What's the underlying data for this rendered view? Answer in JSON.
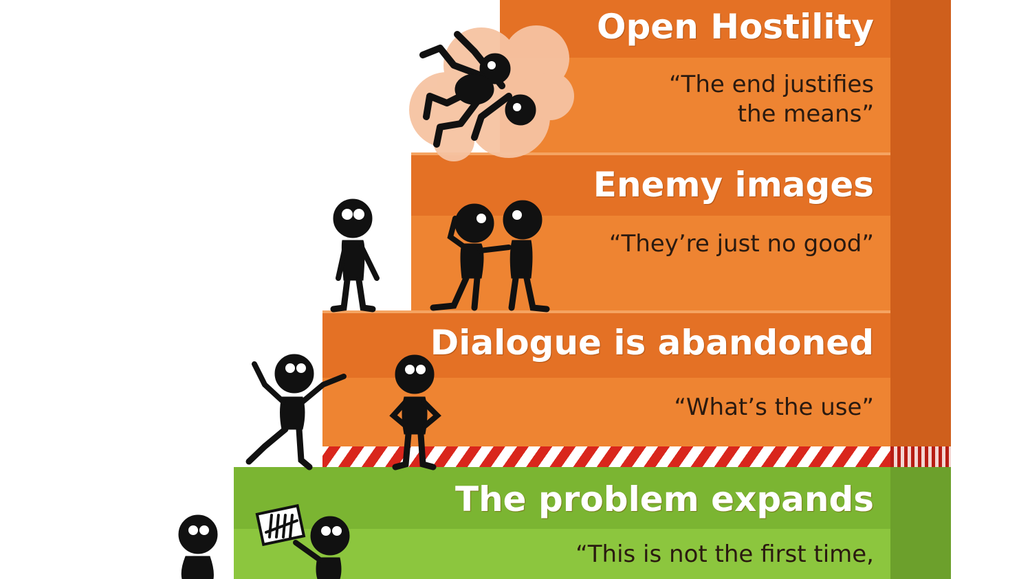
{
  "steps": [
    {
      "id": "open-hostility",
      "title": "Open Hostility",
      "quote_lines": [
        "“The end justifies",
        "the means”"
      ]
    },
    {
      "id": "enemy-images",
      "title": "Enemy images",
      "quote_lines": [
        "“They’re just no good”"
      ]
    },
    {
      "id": "dialogue-abandoned",
      "title": "Dialogue is abandoned",
      "quote_lines": [
        "“What’s the use”"
      ]
    },
    {
      "id": "problem-expands",
      "title": "The problem expands",
      "quote_lines": [
        "“This is not the first time,"
      ]
    }
  ],
  "colors": {
    "orange_face": "#ee8432",
    "orange_band": "#e47125",
    "orange_side": "#cf5f1c",
    "green_face": "#8cc63e",
    "green_band": "#7bb532",
    "green_side": "#6ca02c",
    "warning_stripe": "#d9261c"
  }
}
